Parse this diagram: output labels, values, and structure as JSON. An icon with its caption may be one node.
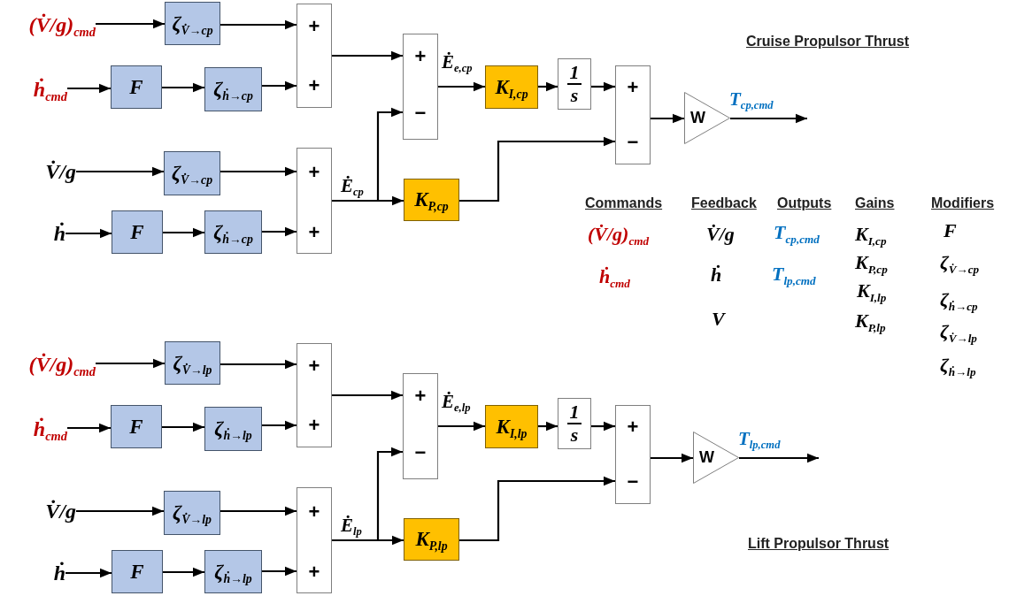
{
  "diagram": {
    "nodes": [
      {
        "text": [
          "(V̇/g)$_{cmd}$"
        ]
      },
      {
        "text": [
          "ζ$_{V̇→cp}$"
        ]
      },
      {
        "text": [
          "ḣ$_{cmd}$"
        ]
      },
      {
        "text": [
          "F"
        ]
      },
      {
        "text": [
          "ζ$_{ḣ→cp}$"
        ]
      },
      {
        "text": [
          "+",
          "+"
        ]
      },
      {
        "text": [
          "V̇/g"
        ]
      },
      {
        "text": [
          "ζ$_{V̇→cp}$"
        ]
      },
      {
        "text": [
          "ḣ"
        ]
      },
      {
        "text": [
          "F"
        ]
      },
      {
        "text": [
          "ζ$_{ḣ→cp}$"
        ]
      },
      {
        "text": [
          "+",
          "+"
        ]
      },
      {
        "text": [
          "+",
          "−"
        ]
      },
      {
        "text": [
          "K$_{I,cp}$"
        ]
      },
      {
        "text": [
          "1",
          "s"
        ]
      },
      {
        "text": [
          "K$_{P,cp}$"
        ]
      },
      {
        "text": [
          "+",
          "−"
        ]
      },
      {
        "text": [
          "W"
        ]
      },
      {
        "text": [
          "(V̇/g)$_{cmd}$"
        ]
      },
      {
        "text": [
          "ζ$_{V̇→lp}$"
        ]
      },
      {
        "text": [
          "ḣ$_{cmd}$"
        ]
      },
      {
        "text": [
          "F"
        ]
      },
      {
        "text": [
          "ζ$_{ḣ→lp}$"
        ]
      },
      {
        "text": [
          "+",
          "+"
        ]
      },
      {
        "text": [
          "V̇/g"
        ]
      },
      {
        "text": [
          "ζ$_{V̇→lp}$"
        ]
      },
      {
        "text": [
          "ḣ"
        ]
      },
      {
        "text": [
          "F"
        ]
      },
      {
        "text": [
          "ζ$_{ḣ→lp}$"
        ]
      },
      {
        "text": [
          "+",
          "+"
        ]
      },
      {
        "text": [
          "+",
          "−"
        ]
      },
      {
        "text": [
          "K$_{I,lp}$"
        ]
      },
      {
        "text": [
          "1",
          "s"
        ]
      },
      {
        "text": [
          "K$_{P,lp}$"
        ]
      },
      {
        "text": [
          "+",
          "−"
        ]
      },
      {
        "text": [
          "W"
        ]
      }
    ],
    "edges": [
      {
        "from": 0,
        "to": 1,
        "arrow": "to"
      },
      {
        "from": 1,
        "to": 5,
        "arrow": "to"
      },
      {
        "from": 2,
        "to": 3,
        "arrow": "to"
      },
      {
        "from": 3,
        "to": 4,
        "arrow": "to"
      },
      {
        "from": 4,
        "to": 5,
        "arrow": "to"
      },
      {
        "from": 6,
        "to": 7,
        "arrow": "to"
      },
      {
        "from": 7,
        "to": 11,
        "arrow": "to"
      },
      {
        "from": 8,
        "to": 9,
        "arrow": "to"
      },
      {
        "from": 9,
        "to": 10,
        "arrow": "to"
      },
      {
        "from": 10,
        "to": 11,
        "arrow": "to"
      },
      {
        "from": 5,
        "to": 12,
        "arrow": "to"
      },
      {
        "from": 11,
        "to": 12,
        "arrow": "to"
      },
      {
        "from": 11,
        "to": 15,
        "arrow": "to",
        "label": "Ė$_{cp}$"
      },
      {
        "from": 12,
        "to": 13,
        "arrow": "to",
        "label": "Ė$_{e,cp}$"
      },
      {
        "from": 13,
        "to": 14,
        "arrow": "to"
      },
      {
        "from": 14,
        "to": 16,
        "arrow": "to"
      },
      {
        "from": 15,
        "to": 16,
        "arrow": "to"
      },
      {
        "from": 16,
        "to": 17,
        "arrow": "to"
      },
      {
        "from": 17,
        "to": null,
        "arrow": "to",
        "label": "T$_{cp,cmd}$"
      },
      {
        "from": 18,
        "to": 19,
        "arrow": "to"
      },
      {
        "from": 19,
        "to": 23,
        "arrow": "to"
      },
      {
        "from": 20,
        "to": 21,
        "arrow": "to"
      },
      {
        "from": 21,
        "to": 22,
        "arrow": "to"
      },
      {
        "from": 22,
        "to": 23,
        "arrow": "to"
      },
      {
        "from": 24,
        "to": 25,
        "arrow": "to"
      },
      {
        "from": 25,
        "to": 29,
        "arrow": "to"
      },
      {
        "from": 26,
        "to": 27,
        "arrow": "to"
      },
      {
        "from": 27,
        "to": 28,
        "arrow": "to"
      },
      {
        "from": 28,
        "to": 29,
        "arrow": "to"
      },
      {
        "from": 23,
        "to": 30,
        "arrow": "to"
      },
      {
        "from": 29,
        "to": 30,
        "arrow": "to"
      },
      {
        "from": 29,
        "to": 33,
        "arrow": "to",
        "label": "Ė$_{lp}$"
      },
      {
        "from": 30,
        "to": 31,
        "arrow": "to",
        "label": "Ė$_{e,lp}$"
      },
      {
        "from": 31,
        "to": 32,
        "arrow": "to"
      },
      {
        "from": 32,
        "to": 34,
        "arrow": "to"
      },
      {
        "from": 33,
        "to": 34,
        "arrow": "to"
      },
      {
        "from": 34,
        "to": 35,
        "arrow": "to"
      },
      {
        "from": 35,
        "to": null,
        "arrow": "to",
        "label": "T$_{lp,cmd}$"
      }
    ],
    "labels": [
      "Cruise Propulsor Thrust",
      "Commands",
      "(V̇/g)$_{cmd}$",
      "ḣ$_{cmd}$",
      "Feedback",
      "V̇/g",
      "ḣ",
      "V",
      "Outputs",
      "T$_{cp,cmd}$",
      "T$_{lp,cmd}$",
      "Gains",
      "K$_{I,cp}$",
      "K$_{P,cp}$",
      "K$_{I,lp}$",
      "K$_{P,lp}$",
      "Modifiers",
      "F",
      "ζ$_{V̇→cp}$",
      "ζ$_{ḣ→cp}$",
      "ζ$_{V̇→lp}$",
      "ζ$_{ḣ→lp}$",
      "Lift Propulsor Thrust"
    ]
  }
}
